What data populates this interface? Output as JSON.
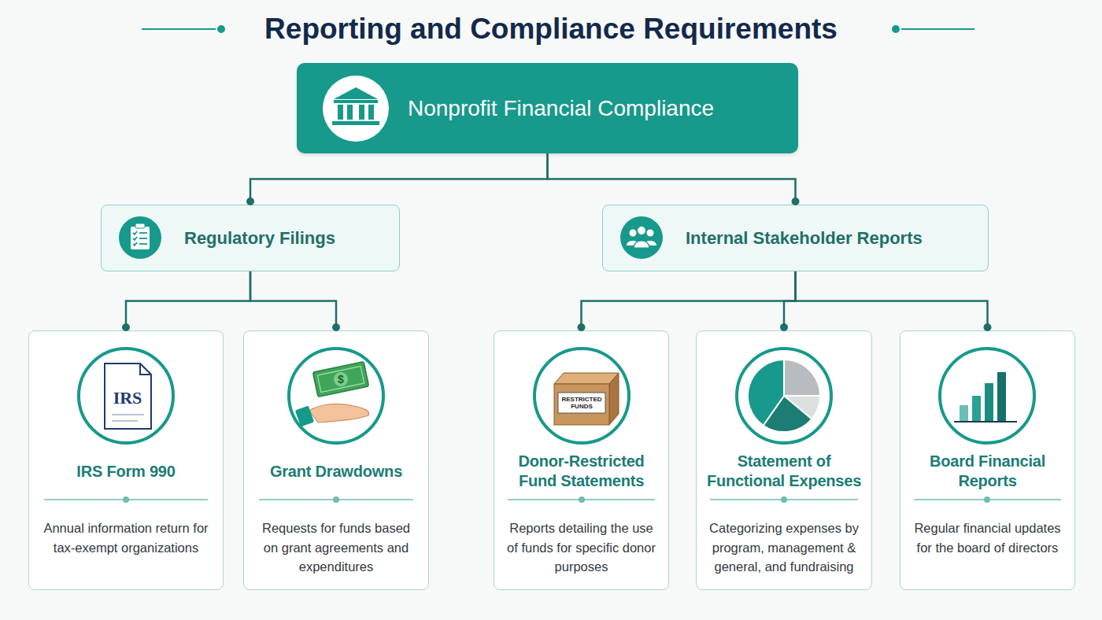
{
  "diagram": {
    "title": "Reporting and Compliance Requirements",
    "nodes": [
      {
        "text": [
          "Nonprofit Financial Compliance"
        ]
      },
      {
        "text": [
          "Regulatory Filings"
        ]
      },
      {
        "text": [
          "Internal Stakeholder Reports"
        ]
      },
      {
        "text": [
          "IRS Form 990",
          "Annual information return for tax-exempt organizations"
        ]
      },
      {
        "text": [
          "Grant Drawdowns",
          "Requests for funds based on grant agreements and expenditures"
        ]
      },
      {
        "text": [
          "Donor-Restricted Fund Statements",
          "Reports detailing the use of funds for specific donor purposes"
        ]
      },
      {
        "text": [
          "Statement of Functional Expenses",
          "Categorizing expenses by program, management & general, and fundraising"
        ]
      },
      {
        "text": [
          "Board Financial Reports",
          "Regular financial updates for the board of directors"
        ]
      }
    ],
    "edges": [
      {
        "from": 0,
        "to": 1,
        "arrow": "none"
      },
      {
        "from": 0,
        "to": 2,
        "arrow": "none"
      },
      {
        "from": 1,
        "to": 3,
        "arrow": "none"
      },
      {
        "from": 1,
        "to": 4,
        "arrow": "none"
      },
      {
        "from": 2,
        "to": 5,
        "arrow": "none"
      },
      {
        "from": 2,
        "to": 6,
        "arrow": "none"
      },
      {
        "from": 2,
        "to": 7,
        "arrow": "none"
      }
    ],
    "labels": [
      "IRS",
      "$",
      "RESTRICTED FUNDS"
    ]
  }
}
